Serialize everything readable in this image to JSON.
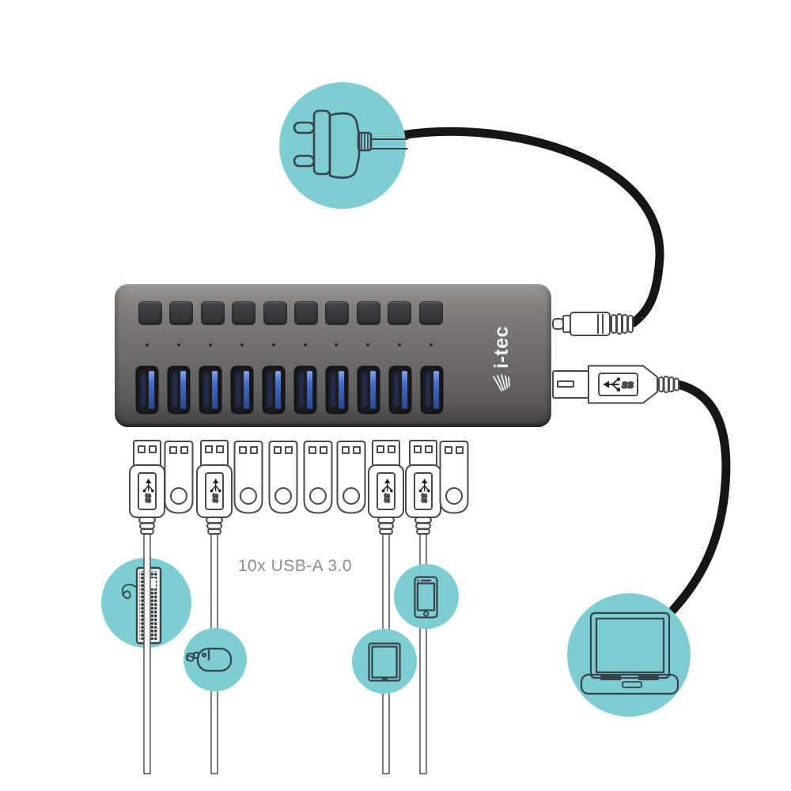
{
  "label": {
    "text": "10x USB-A 3.0"
  },
  "hub": {
    "brand": "i-tec",
    "button_count": 10,
    "led_count": 10,
    "port_count": 10,
    "port_type": "USB-A 3.0"
  },
  "usb_logo": {
    "ss": "SS"
  },
  "connector_row": {
    "items": [
      "usb-cable",
      "flash-drive",
      "usb-cable",
      "flash-drive",
      "flash-drive",
      "flash-drive",
      "flash-drive",
      "usb-cable",
      "usb-cable",
      "flash-drive"
    ]
  },
  "devices": [
    {
      "name": "power-plug"
    },
    {
      "name": "keyboard"
    },
    {
      "name": "mouse"
    },
    {
      "name": "tablet"
    },
    {
      "name": "smartphone"
    },
    {
      "name": "laptop"
    }
  ],
  "connectors": [
    {
      "name": "dc-power-jack"
    },
    {
      "name": "usb-b-plug"
    }
  ],
  "colors": {
    "teal": "#7ecdd2",
    "icon_outline": "#37434a",
    "connector_outline": "#4a4a4a",
    "cable_black": "#161616",
    "label_gray": "#8b8b8b",
    "port_blue": "#3c62b8"
  }
}
